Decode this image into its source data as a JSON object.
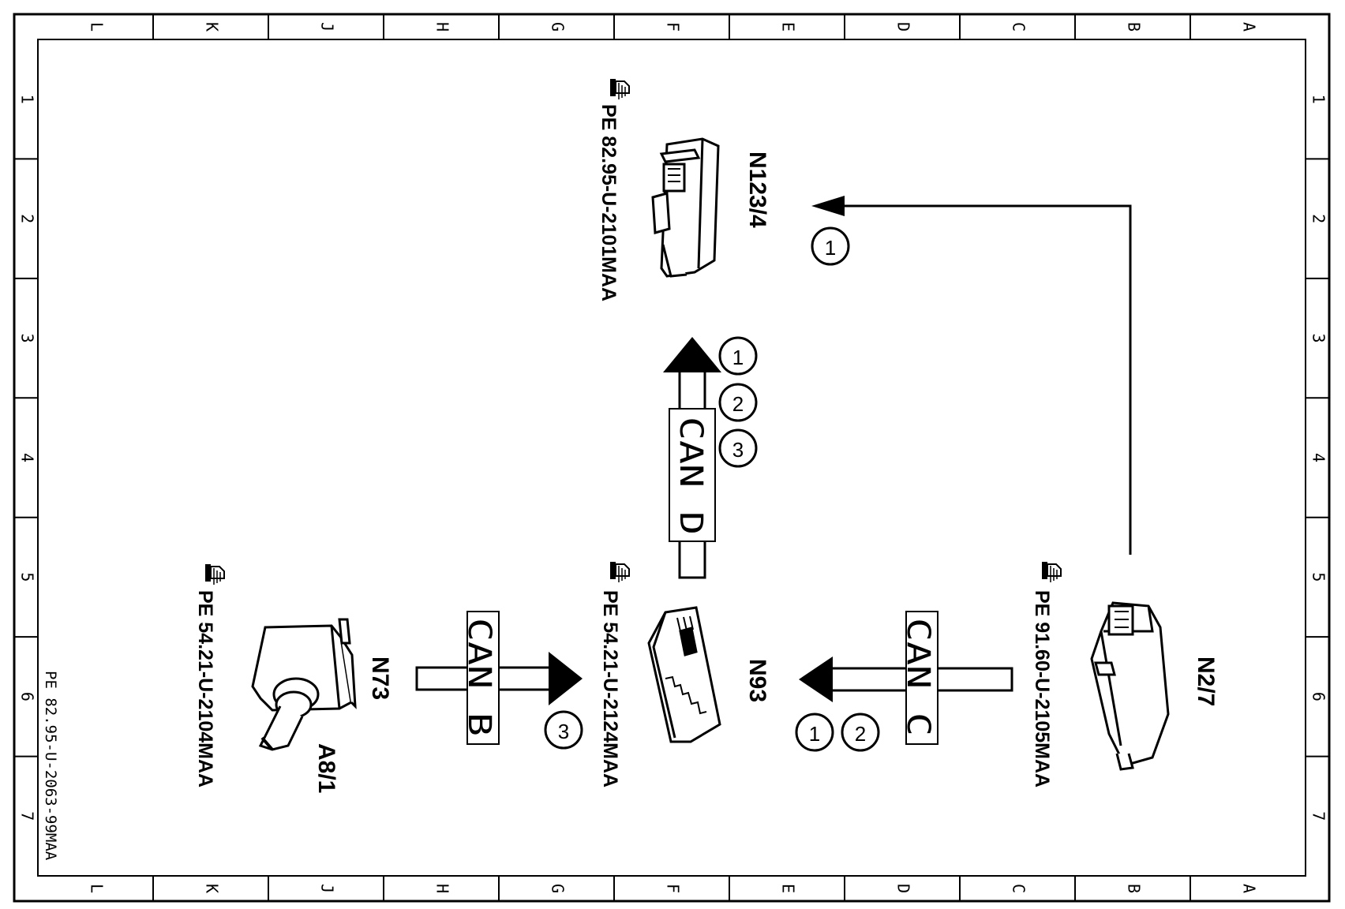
{
  "frame": {
    "columns": [
      "L",
      "K",
      "J",
      "H",
      "G",
      "F",
      "E",
      "D",
      "C",
      "B",
      "A"
    ],
    "rows": [
      "1",
      "2",
      "3",
      "4",
      "5",
      "6",
      "7"
    ]
  },
  "drawing_number": "PE 82.95-U-2063-99MAA",
  "components": {
    "n123_4": {
      "code": "N123/4",
      "ref": "PE 82.95-U-2101MAA"
    },
    "n2_7": {
      "code": "N2/7",
      "ref": "PE 91.60-U-2105MAA"
    },
    "n93": {
      "code": "N93",
      "ref": "PE 54.21-U-2124MAA"
    },
    "n73": {
      "code": "N73"
    },
    "a8_1": {
      "code": "A8/1",
      "ref": "PE 54.21-U-2104MAA"
    }
  },
  "buses": {
    "can_d": {
      "label": "CAN D",
      "markers": [
        "1",
        "2",
        "3"
      ]
    },
    "can_c": {
      "label": "CAN C",
      "markers": [
        "2",
        "1"
      ]
    },
    "can_b": {
      "label": "CAN B",
      "markers": [
        "3"
      ]
    },
    "direct": {
      "markers": [
        "1"
      ]
    }
  },
  "icons": {
    "reference": "pointing-hand-icon"
  },
  "colors": {
    "line": "#000000",
    "background": "#ffffff"
  }
}
